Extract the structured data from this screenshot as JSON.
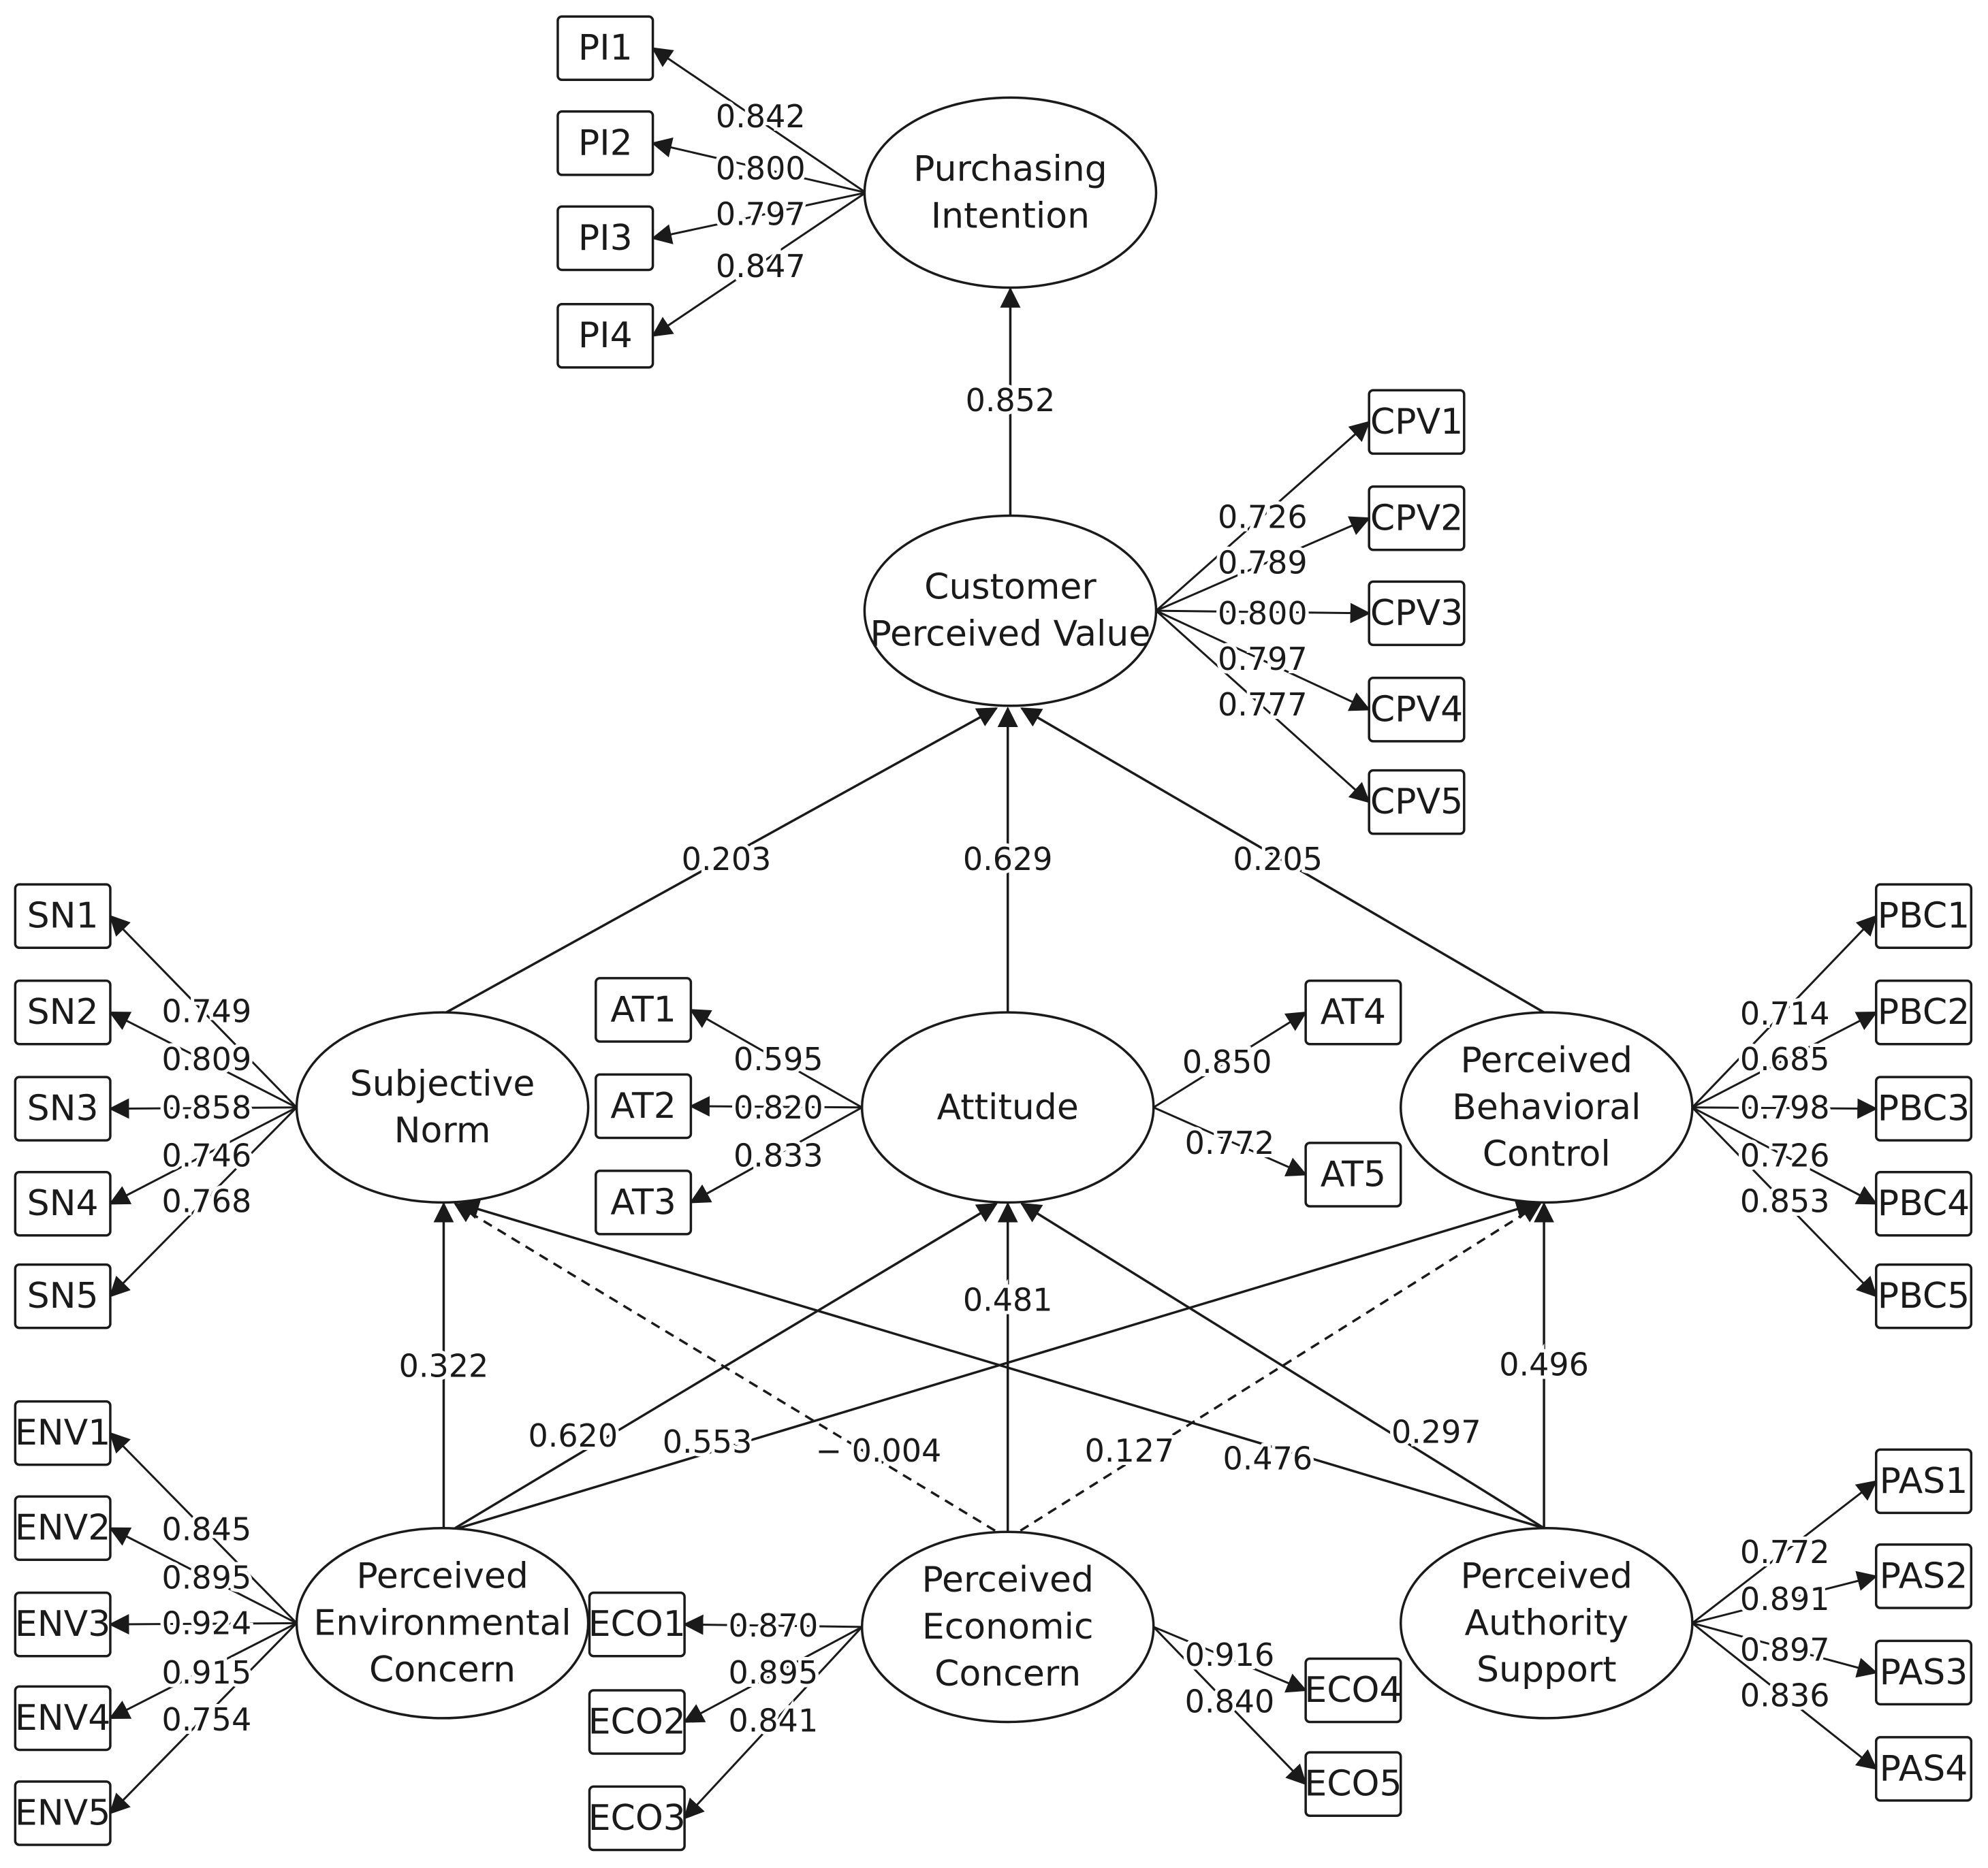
{
  "latent_constructs": [
    {
      "id": "PI",
      "lines": [
        "Purchasing",
        "Intention"
      ]
    },
    {
      "id": "CPV",
      "lines": [
        "Customer",
        "Perceived Value"
      ]
    },
    {
      "id": "SN",
      "lines": [
        "Subjective",
        "Norm"
      ]
    },
    {
      "id": "AT",
      "lines": [
        "Attitude"
      ]
    },
    {
      "id": "PBC",
      "lines": [
        "Perceived",
        "Behavioral",
        "Control"
      ]
    },
    {
      "id": "PEC",
      "lines": [
        "Perceived",
        "Environmental",
        "Concern"
      ]
    },
    {
      "id": "ECO",
      "lines": [
        "Perceived",
        "Economic",
        "Concern"
      ]
    },
    {
      "id": "PAS",
      "lines": [
        "Perceived",
        "Authority",
        "Support"
      ]
    }
  ],
  "indicators": {
    "PI": [
      {
        "label": "PI1",
        "loading": "0.842"
      },
      {
        "label": "PI2",
        "loading": "0.800"
      },
      {
        "label": "PI3",
        "loading": "0.797"
      },
      {
        "label": "PI4",
        "loading": "0.847"
      }
    ],
    "CPV": [
      {
        "label": "CPV1",
        "loading": "0.726"
      },
      {
        "label": "CPV2",
        "loading": "0.789"
      },
      {
        "label": "CPV3",
        "loading": "0.800"
      },
      {
        "label": "CPV4",
        "loading": "0.797"
      },
      {
        "label": "CPV5",
        "loading": "0.777"
      }
    ],
    "SN": [
      {
        "label": "SN1",
        "loading": "0.749"
      },
      {
        "label": "SN2",
        "loading": "0.809"
      },
      {
        "label": "SN3",
        "loading": "0.858"
      },
      {
        "label": "SN4",
        "loading": "0.746"
      },
      {
        "label": "SN5",
        "loading": "0.768"
      }
    ],
    "AT": [
      {
        "label": "AT1",
        "loading": "0.595"
      },
      {
        "label": "AT2",
        "loading": "0.820"
      },
      {
        "label": "AT3",
        "loading": "0.833"
      },
      {
        "label": "AT4",
        "loading": "0.850"
      },
      {
        "label": "AT5",
        "loading": "0.772"
      }
    ],
    "PBC": [
      {
        "label": "PBC1",
        "loading": "0.714"
      },
      {
        "label": "PBC2",
        "loading": "0.685"
      },
      {
        "label": "PBC3",
        "loading": "0.798"
      },
      {
        "label": "PBC4",
        "loading": "0.726"
      },
      {
        "label": "PBC5",
        "loading": "0.853"
      }
    ],
    "PEC": [
      {
        "label": "ENV1",
        "loading": "0.845"
      },
      {
        "label": "ENV2",
        "loading": "0.895"
      },
      {
        "label": "ENV3",
        "loading": "0.924"
      },
      {
        "label": "ENV4",
        "loading": "0.915"
      },
      {
        "label": "ENV5",
        "loading": "0.754"
      }
    ],
    "ECO": [
      {
        "label": "ECO1",
        "loading": "0.870"
      },
      {
        "label": "ECO2",
        "loading": "0.895"
      },
      {
        "label": "ECO3",
        "loading": "0.841"
      },
      {
        "label": "ECO4",
        "loading": "0.916"
      },
      {
        "label": "ECO5",
        "loading": "0.840"
      }
    ],
    "PAS": [
      {
        "label": "PAS1",
        "loading": "0.772"
      },
      {
        "label": "PAS2",
        "loading": "0.891"
      },
      {
        "label": "PAS3",
        "loading": "0.897"
      },
      {
        "label": "PAS4",
        "loading": "0.836"
      }
    ]
  },
  "structural_paths": [
    {
      "from": "CPV",
      "to": "PI",
      "coef": "0.852",
      "style": "solid"
    },
    {
      "from": "SN",
      "to": "CPV",
      "coef": "0.203",
      "style": "solid"
    },
    {
      "from": "AT",
      "to": "CPV",
      "coef": "0.629",
      "style": "solid"
    },
    {
      "from": "PBC",
      "to": "CPV",
      "coef": "0.205",
      "style": "solid"
    },
    {
      "from": "PEC",
      "to": "SN",
      "coef": "0.322",
      "style": "solid"
    },
    {
      "from": "PEC",
      "to": "AT",
      "coef": "0.620",
      "style": "solid"
    },
    {
      "from": "PEC",
      "to": "PBC",
      "coef": "0.553",
      "style": "solid"
    },
    {
      "from": "ECO",
      "to": "SN",
      "coef": "− 0.004",
      "style": "dashed"
    },
    {
      "from": "ECO",
      "to": "AT",
      "coef": "0.481",
      "style": "solid"
    },
    {
      "from": "ECO",
      "to": "PBC",
      "coef": "0.127",
      "style": "dashed"
    },
    {
      "from": "PAS",
      "to": "SN",
      "coef": "0.476",
      "style": "solid"
    },
    {
      "from": "PAS",
      "to": "AT",
      "coef": "0.297",
      "style": "solid"
    },
    {
      "from": "PAS",
      "to": "PBC",
      "coef": "0.496",
      "style": "solid"
    }
  ]
}
